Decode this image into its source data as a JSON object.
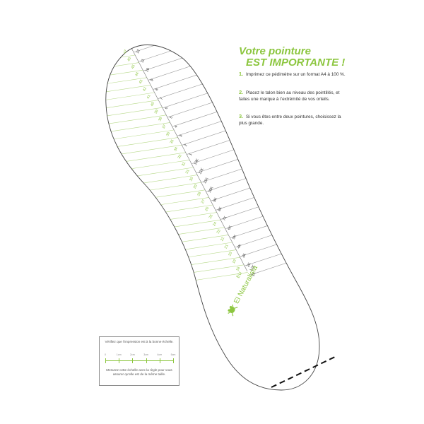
{
  "heading": {
    "line1": "Votre pointure",
    "line2": "EST IMPORTANTE !"
  },
  "steps": [
    {
      "num": "1.",
      "text": "Imprimez ce pédimètre sur un format A4 à 100 %."
    },
    {
      "num": "2.",
      "text": "Placez le talon bien au niveau des pointillés, et faites une marque à l’extrémité de vos orteils."
    },
    {
      "num": "3.",
      "text": "Si vous êtes entre deux pointures, choisissez la plus grande."
    }
  ],
  "brand": {
    "name": "El Naturalista"
  },
  "size_labels": {
    "eu_header": "EU",
    "uk_header": "UK",
    "eu": [
      "47",
      "46",
      "45",
      "44",
      "43",
      "42",
      "41",
      "40",
      "39",
      "38",
      "37",
      "36",
      "35",
      "34",
      "33",
      "32",
      "31",
      "30",
      "29",
      "28",
      "27",
      "26",
      "25",
      "24",
      "23",
      "22",
      "21",
      "20",
      "19",
      "18"
    ],
    "uk": [
      "12",
      "11",
      "10",
      "9",
      "8",
      "7",
      "6",
      "5",
      "4",
      "3",
      "2",
      "1",
      "13K",
      "12K",
      "11K",
      "10K",
      "9K",
      "8K",
      "7K",
      "6K",
      "5K",
      "4K",
      "3K",
      "2K",
      "1K"
    ]
  },
  "scale_check": {
    "top_text": "Vérifiez que l’impression est à la bonne échelle.",
    "bottom_text": "Mesurez cette échelle avec la règle pour vous assurer qu’elle est de la même taille.",
    "ticks": [
      "0",
      "1cm",
      "2cm",
      "3cm",
      "4cm",
      "5cm"
    ]
  },
  "colors": {
    "accent": "#8cc63f",
    "outline": "#444444",
    "eu_lines": "#b7d98a",
    "uk_lines": "#9a9a9a"
  }
}
